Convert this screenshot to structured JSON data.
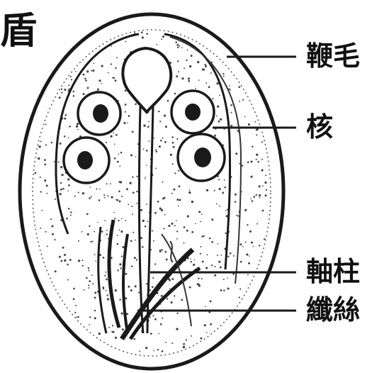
{
  "corner_glyph": "盾",
  "labels": {
    "flagellum": "鞭毛",
    "nucleus": "核",
    "axostyle": "軸柱",
    "fibrils": "纖絲"
  },
  "colors": {
    "ink": "#1a1a1a",
    "background": "#ffffff"
  }
}
